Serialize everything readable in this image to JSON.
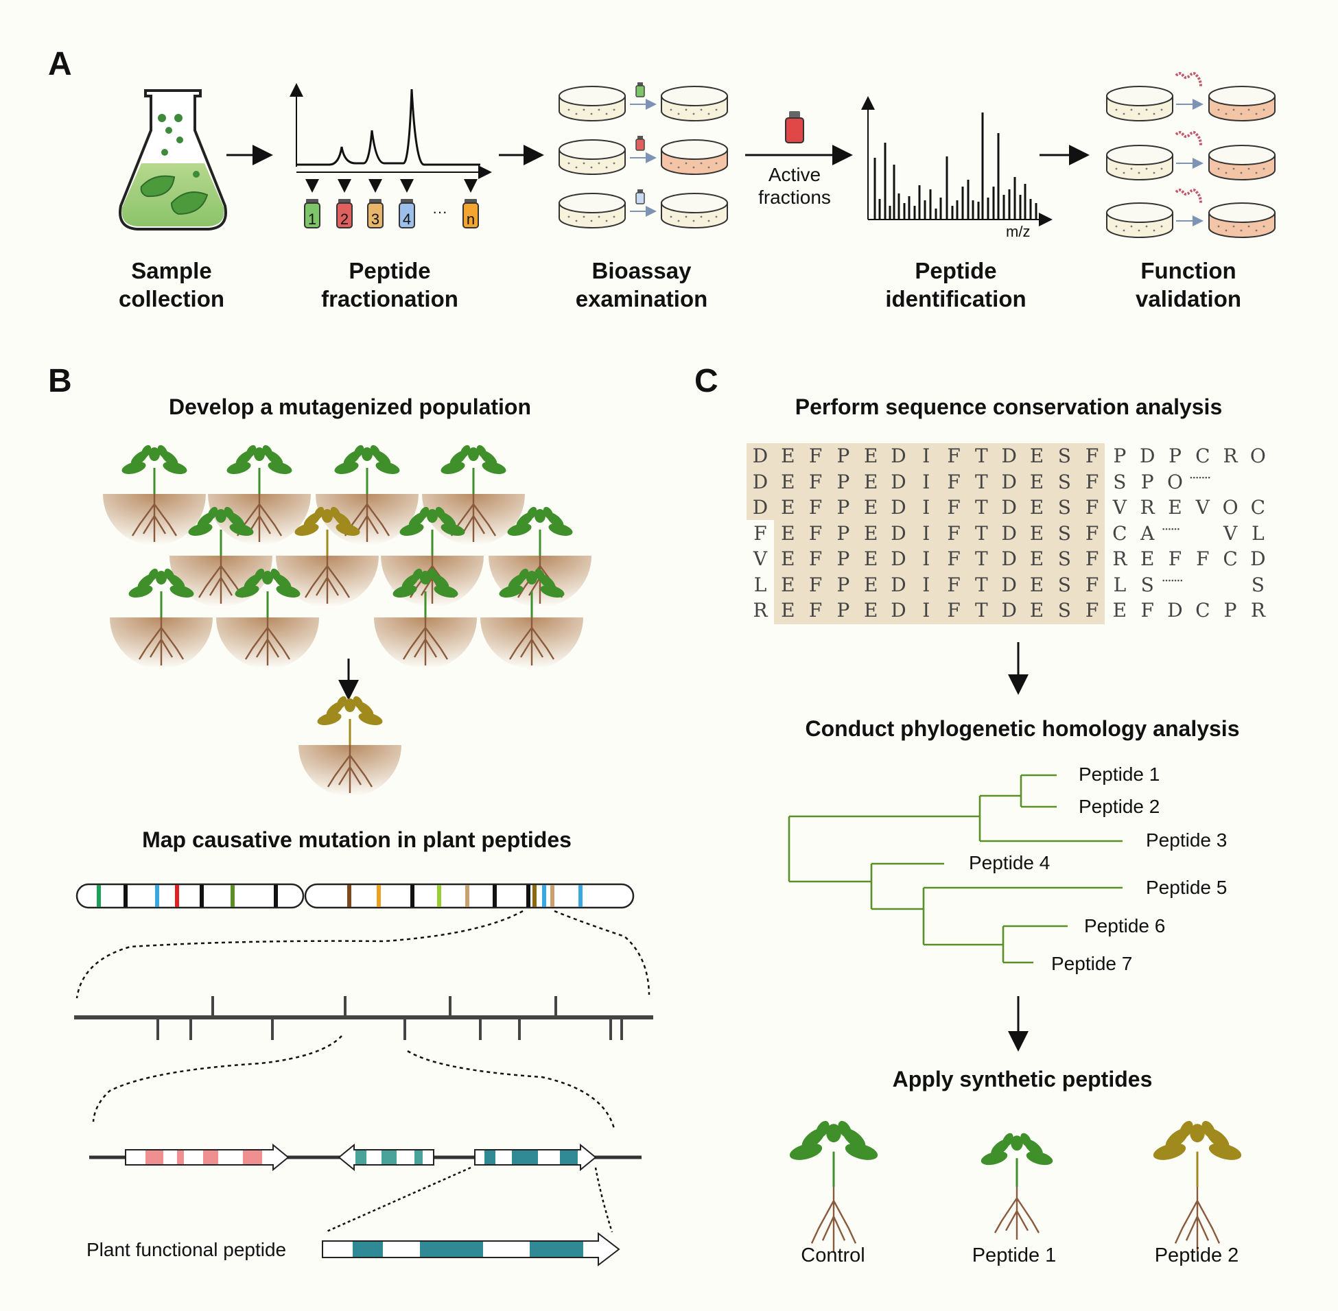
{
  "panel_a": {
    "letter": "A",
    "stages": [
      {
        "line1": "Sample",
        "line2": "collection"
      },
      {
        "line1": "Peptide",
        "line2": "fractionation"
      },
      {
        "line1": "Bioassay",
        "line2": "examination"
      },
      {
        "line1": "Peptide",
        "line2": "identification"
      },
      {
        "line1": "Function",
        "line2": "validation"
      }
    ],
    "fraction_tubes": [
      "1",
      "2",
      "3",
      "4",
      "n"
    ],
    "ellipsis": "···",
    "active_label_line1": "Active",
    "active_label_line2": "fractions",
    "mz_label": "m/z"
  },
  "panel_b": {
    "letter": "B",
    "title_top": "Develop a mutagenized population",
    "title_map": "Map causative mutation in plant peptides",
    "functional_peptide_label": "Plant functional peptide"
  },
  "panel_c": {
    "letter": "C",
    "title_alignment": "Perform sequence conservation analysis",
    "title_phylo": "Conduct phylogenetic homology analysis",
    "title_apply": "Apply synthetic peptides",
    "alignment_rows": [
      [
        "D",
        "E",
        "F",
        "P",
        "E",
        "D",
        "I",
        "F",
        "T",
        "D",
        "E",
        "S",
        "F",
        "P",
        "D",
        "P",
        "C",
        "R",
        "O"
      ],
      [
        "D",
        "E",
        "F",
        "P",
        "E",
        "D",
        "I",
        "F",
        "T",
        "D",
        "E",
        "S",
        "F",
        "S",
        "P",
        "O",
        "·······",
        "",
        ""
      ],
      [
        "D",
        "E",
        "F",
        "P",
        "E",
        "D",
        "I",
        "F",
        "T",
        "D",
        "E",
        "S",
        "F",
        "V",
        "R",
        "E",
        "V",
        "O",
        "C"
      ],
      [
        "F",
        "E",
        "F",
        "P",
        "E",
        "D",
        "I",
        "F",
        "T",
        "D",
        "E",
        "S",
        "F",
        "C",
        "A",
        "······",
        "",
        "V",
        "L"
      ],
      [
        "V",
        "E",
        "F",
        "P",
        "E",
        "D",
        "I",
        "F",
        "T",
        "D",
        "E",
        "S",
        "F",
        "R",
        "E",
        "F",
        "F",
        "C",
        "D"
      ],
      [
        "L",
        "E",
        "F",
        "P",
        "E",
        "D",
        "I",
        "F",
        "T",
        "D",
        "E",
        "S",
        "F",
        "L",
        "S",
        "·······",
        "",
        "",
        "S"
      ],
      [
        "R",
        "E",
        "F",
        "P",
        "E",
        "D",
        "I",
        "F",
        "T",
        "D",
        "E",
        "S",
        "F",
        "E",
        "F",
        "D",
        "C",
        "P",
        "R"
      ]
    ],
    "tree_leaves": [
      "Peptide 1",
      "Peptide 2",
      "Peptide 3",
      "Peptide 4",
      "Peptide 5",
      "Peptide 6",
      "Peptide 7"
    ],
    "plants": [
      "Control",
      "Peptide 1",
      "Peptide 2"
    ]
  },
  "colors": {
    "leaf_green": "#3f8f2a",
    "leaf_yellow": "#a08a1e",
    "root_brown": "#8a5a3c",
    "soil": "#c9a27e",
    "tree_line": "#5a8f28",
    "align_highlight": "#ece0c8",
    "teal_block": "#2f8a96",
    "pink_block": "#ef8f8f"
  }
}
